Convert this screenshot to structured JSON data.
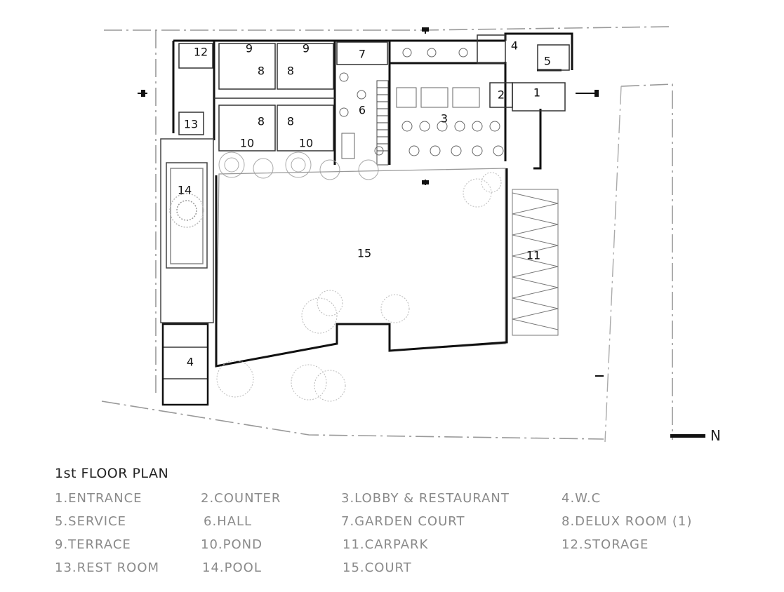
{
  "plan": {
    "north_label": "N",
    "room_numbers": {
      "r1": "1",
      "r2": "2",
      "r3": "3",
      "r4a": "4",
      "r4b": "4",
      "r5": "5",
      "r6": "6",
      "r7": "7",
      "r8a": "8",
      "r8b": "8",
      "r8c": "8",
      "r8d": "8",
      "r9a": "9",
      "r9b": "9",
      "r10a": "10",
      "r10b": "10",
      "r11": "11",
      "r12": "12",
      "r13": "13",
      "r14": "14",
      "r15": "15"
    }
  },
  "legend": {
    "title": "1st FLOOR PLAN",
    "items": [
      "1.ENTRANCE",
      "2.COUNTER",
      "3.LOBBY & RESTAURANT",
      "4.W.C",
      "5.SERVICE",
      "6.HALL",
      "7.GARDEN COURT",
      "8.DELUX ROOM (1)",
      "9.TERRACE",
      "10.POND",
      "11.CARPARK",
      "12.STORAGE",
      "13.REST ROOM",
      "14.POOL",
      "15.COURT"
    ]
  }
}
